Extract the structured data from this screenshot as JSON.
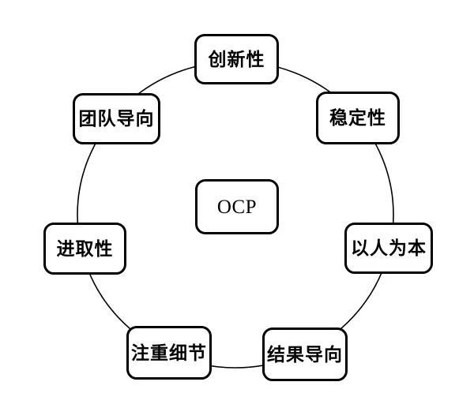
{
  "diagram": {
    "title": "OCP organizational culture profile diagram",
    "center": {
      "label": "OCP"
    },
    "nodes": [
      {
        "id": "innovation",
        "label": "创新性"
      },
      {
        "id": "stability",
        "label": "稳定性"
      },
      {
        "id": "people-oriented",
        "label": "以人为本"
      },
      {
        "id": "results-oriented",
        "label": "结果导向"
      },
      {
        "id": "attention-to-detail",
        "label": "注重细节"
      },
      {
        "id": "enterprising",
        "label": "进取性"
      },
      {
        "id": "team-oriented",
        "label": "团队导向"
      }
    ],
    "colors": {
      "background": "#ffffff",
      "line": "#000000",
      "box_border": "#000000",
      "box_fill": "#ffffff",
      "text": "#000000"
    }
  }
}
